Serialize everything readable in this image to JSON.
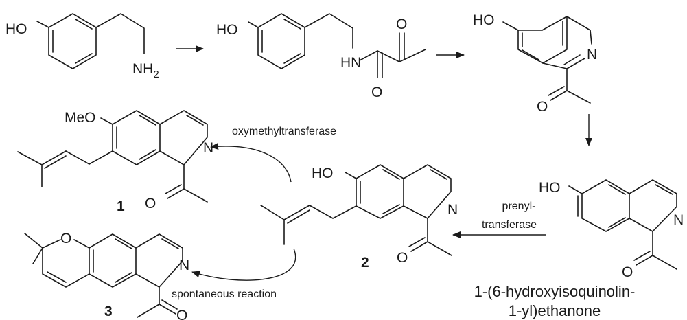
{
  "atoms": {
    "ho": "HO",
    "meo": "MeO",
    "n": "N",
    "nh": "NH",
    "nh_sub": "2",
    "hn": "HN",
    "o": "O"
  },
  "compounds": {
    "c1": {
      "number": "1"
    },
    "c2": {
      "number": "2"
    },
    "c3": {
      "number": "3"
    },
    "end_name_line1": "1-(6-hydroxyisoquinolin-",
    "end_name_line2": "1-yl)ethanone"
  },
  "enzymes": {
    "oxymethyl": "oxymethyltransferase",
    "prenyl_line1": "prenyl-",
    "prenyl_line2": "transferase",
    "spontaneous": "spontaneous reaction"
  }
}
